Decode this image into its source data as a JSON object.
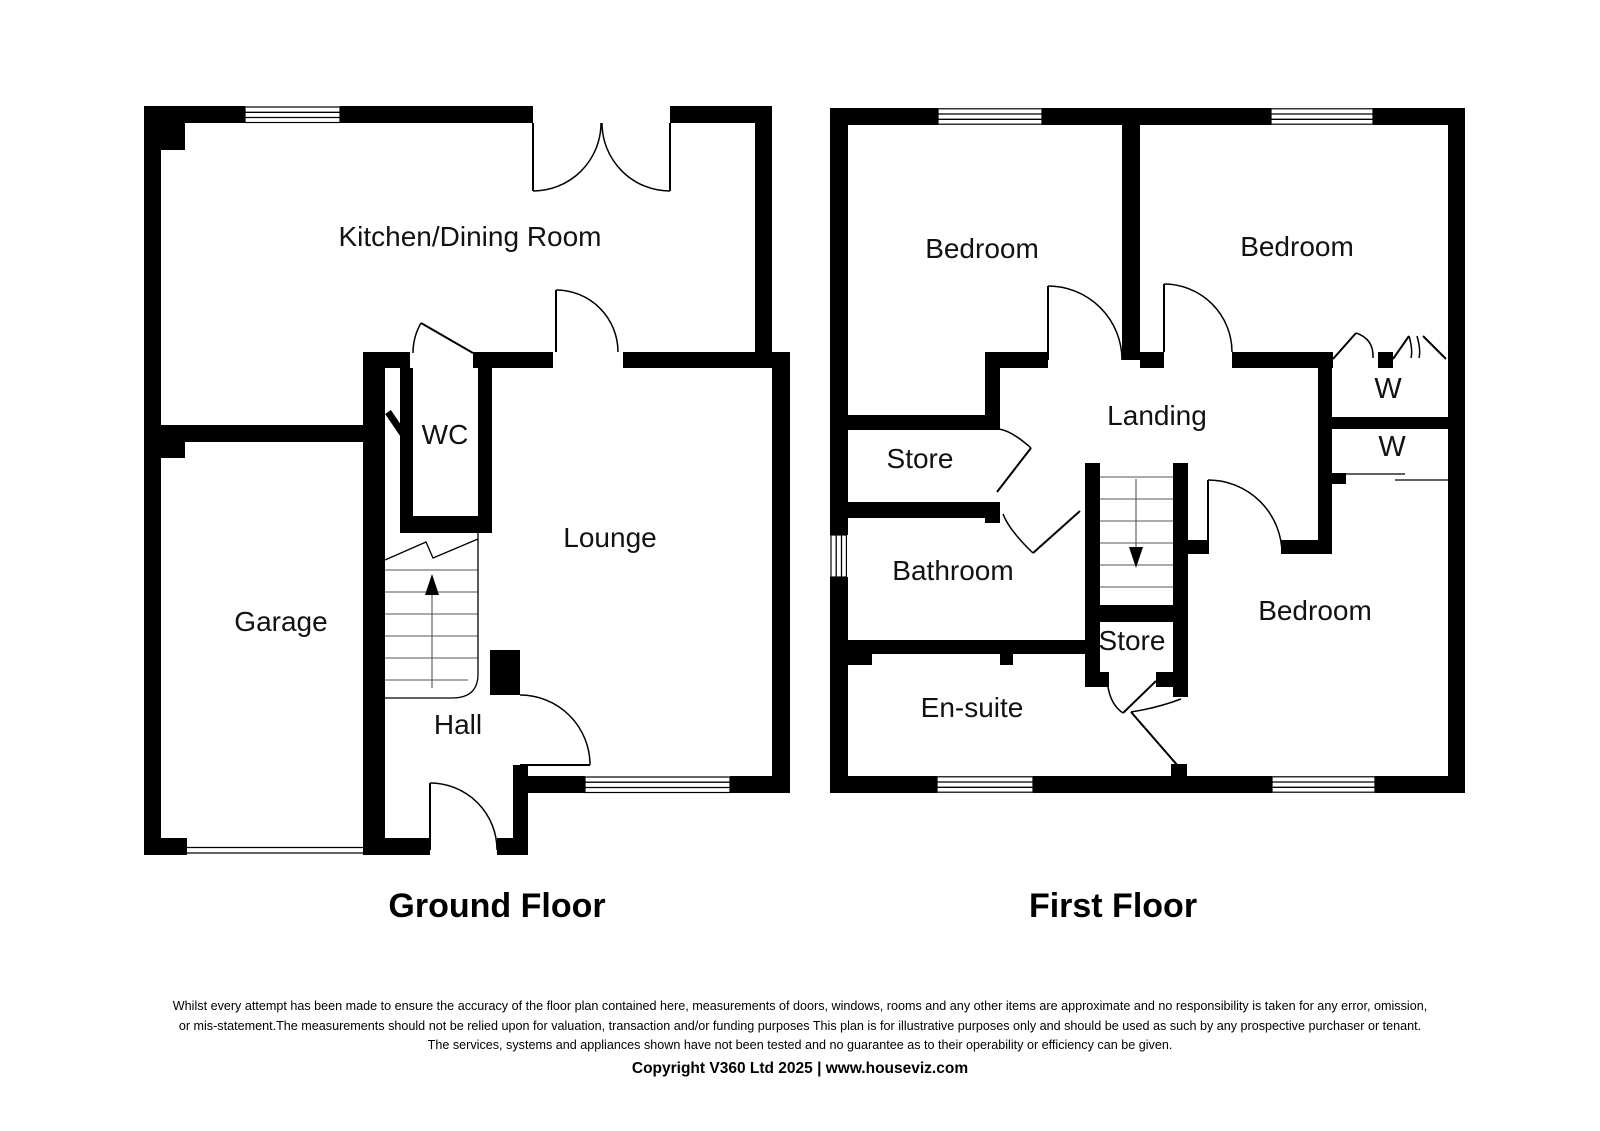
{
  "plans": [
    {
      "title": "Ground Floor",
      "rooms": [
        {
          "label": "Kitchen/Dining Room"
        },
        {
          "label": "WC"
        },
        {
          "label": "Lounge"
        },
        {
          "label": "Garage"
        },
        {
          "label": "Hall"
        }
      ]
    },
    {
      "title": "First Floor",
      "rooms": [
        {
          "label": "Bedroom"
        },
        {
          "label": "Bedroom"
        },
        {
          "label": "Landing"
        },
        {
          "label": "Store"
        },
        {
          "label": "W"
        },
        {
          "label": "W"
        },
        {
          "label": "Bathroom"
        },
        {
          "label": "Store"
        },
        {
          "label": "Bedroom"
        },
        {
          "label": "En-suite"
        }
      ]
    }
  ],
  "footer": {
    "disclaimer_lines": [
      "Whilst every attempt has been made to ensure the accuracy of the floor plan contained here, measurements of doors, windows, rooms and any other items are approximate and no responsibility is taken for any error, omission,",
      "or mis-statement.The measurements should not be relied upon for valuation, transaction and/or funding purposes This plan is for illustrative purposes only and should be used as such by any prospective purchaser or tenant.",
      "The services, systems and appliances shown have not been tested and no guarantee as to their operability or efficiency can be given."
    ],
    "copyright": "Copyright V360 Ltd 2025 | www.houseviz.com"
  },
  "colors": {
    "wall": "#000000",
    "background": "#ffffff",
    "text": "#000000"
  }
}
